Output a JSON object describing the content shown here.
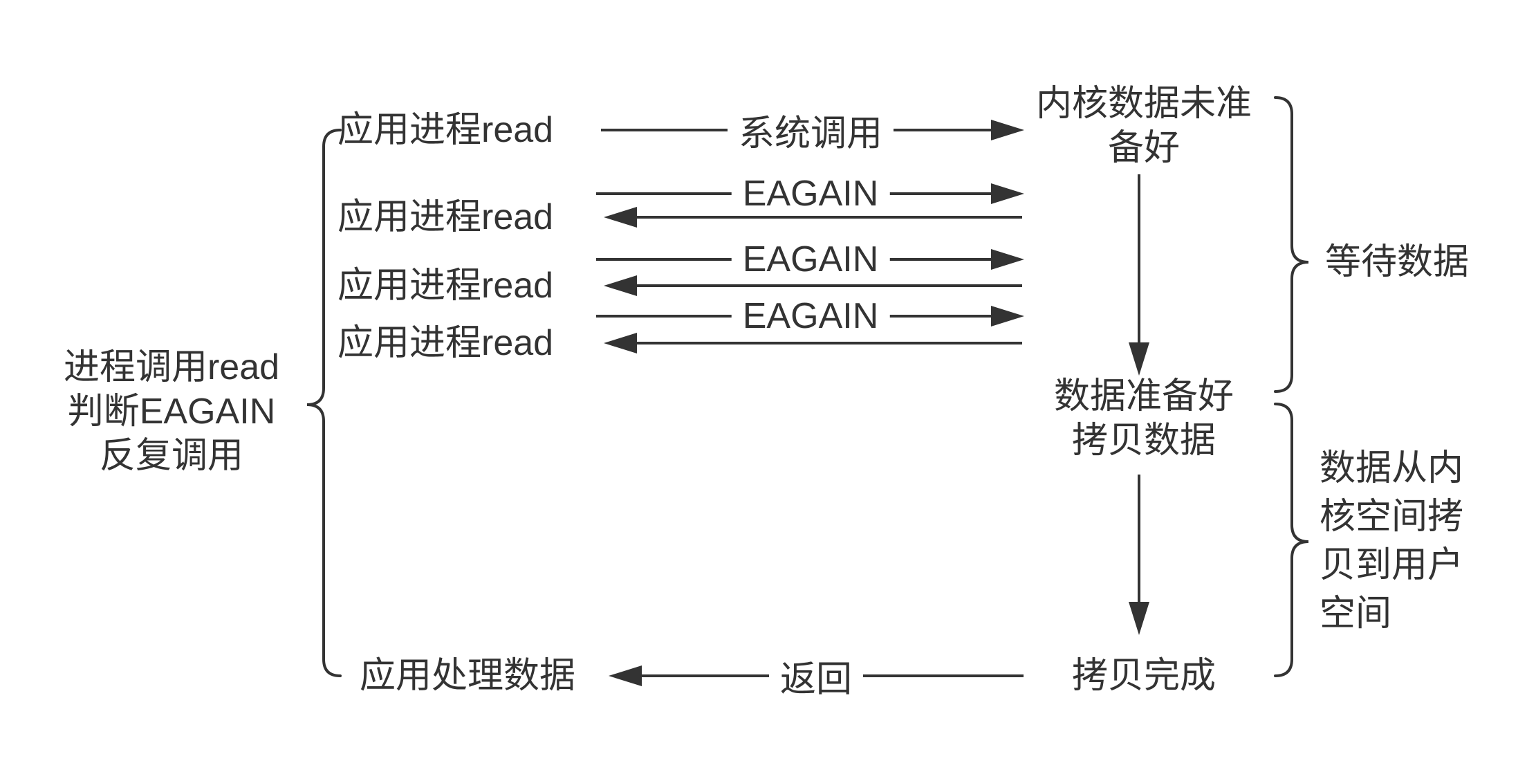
{
  "colors": {
    "ink": "#333333",
    "background": "#ffffff"
  },
  "left_brace_label": {
    "lines": [
      "进程调用read",
      "判断EAGAIN",
      "反复调用"
    ]
  },
  "app_rows": [
    {
      "label": "应用进程read",
      "arrow_label": "系统调用"
    },
    {
      "label": "应用进程read",
      "arrow_label": "EAGAIN"
    },
    {
      "label": "应用进程read",
      "arrow_label": "EAGAIN"
    },
    {
      "label": "应用进程read",
      "arrow_label": "EAGAIN"
    }
  ],
  "kernel_states": {
    "not_ready": {
      "lines": [
        "内核数据未准",
        "备好"
      ]
    },
    "ready": {
      "lines": [
        "数据准备好",
        "拷贝数据"
      ]
    },
    "copy_done": "拷贝完成"
  },
  "bottom_row": {
    "label": "应用处理数据",
    "arrow_label": "返回"
  },
  "right_braces": {
    "wait_data_label": "等待数据",
    "copy_data_label": {
      "lines": [
        "数据从内",
        "核空间拷",
        "贝到用户",
        "空间"
      ]
    }
  }
}
